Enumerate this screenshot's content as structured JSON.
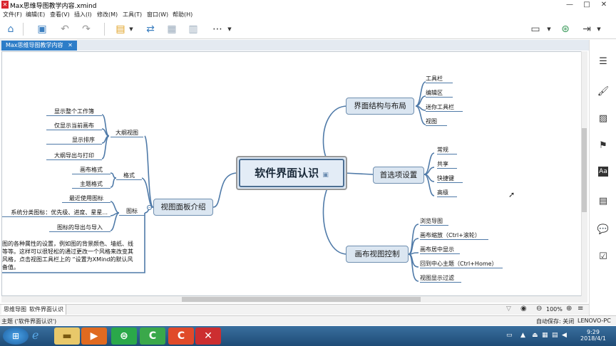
{
  "window": {
    "title": "Max思维导图教学内容.xmind",
    "min": "—",
    "max": "□",
    "close": "✕"
  },
  "menu": [
    "文件(F)",
    "编辑(E)",
    "查看(V)",
    "插入(I)",
    "修改(M)",
    "工具(T)",
    "窗口(W)",
    "帮助(H)"
  ],
  "doc_tab": {
    "label": "Max思维导图教学内容",
    "close": "✕"
  },
  "mindmap": {
    "central": "软件界面认识",
    "branches": {
      "layout": {
        "label": "界面结构与布局",
        "children": [
          "工具栏",
          "编辑区",
          "迷你工具栏",
          "视图"
        ]
      },
      "prefs": {
        "label": "首选项设置",
        "children": [
          "常规",
          "共享",
          "快捷键",
          "高级"
        ]
      },
      "canvas": {
        "label": "画布视图控制",
        "children": [
          "浏览导图",
          "画布缩放（Ctrl+滚轮）",
          "画布居中显示",
          "回到中心主题（Ctrl+Home）",
          "视图显示过滤"
        ]
      },
      "panel": {
        "label": "视图面板介绍",
        "outline": {
          "label": "大纲视图",
          "children": [
            "显示整个工作簿",
            "仅显示当前画布",
            "显示排序",
            "大纲导出与打印"
          ]
        },
        "format": {
          "label": "格式",
          "children": [
            "画布格式",
            "主题格式"
          ]
        },
        "icons": {
          "label": "图标",
          "children": [
            "最近使用图标",
            "系统分类图标：优先级、进度、星星...",
            "图标的导出与导入"
          ]
        },
        "desc_lines": [
          "图的各种属性的设置，例如图的背景颜色、墙纸、线",
          "等等。这样可以很轻松的通过更改一个风格来改变其",
          "风格，点击视图工具栏上的 “设置为XMind的默认风",
          "备值。"
        ]
      }
    }
  },
  "sheets": [
    "思维导图",
    "软件界面认识"
  ],
  "zoom": "100%",
  "status": {
    "left": "主题 ('软件界面认识')",
    "autosave": "自动保存: 关闭",
    "pc": "LENOVO-PC"
  },
  "taskbar": {
    "time": "9:29",
    "date": "2018/4/1"
  },
  "colors": {
    "accent": "#2d7dc8",
    "line": "#4f7aa8",
    "node_fill": "#dbe6f1"
  }
}
